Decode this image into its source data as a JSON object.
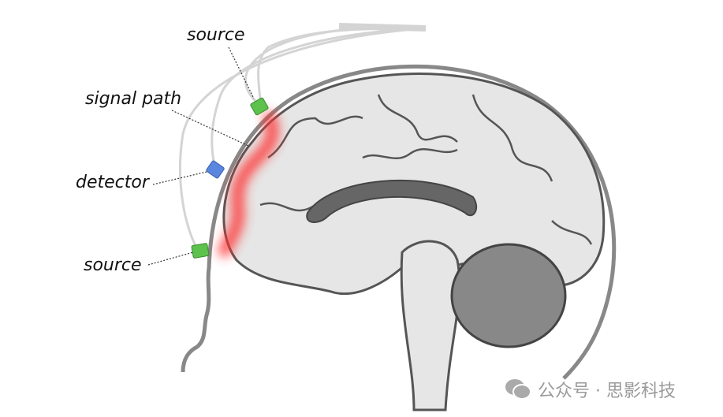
{
  "labels": {
    "source_top": "source",
    "signal_path": "signal path",
    "detector": "detector",
    "source_bottom": "source"
  },
  "watermark": {
    "icon": "wechat-icon",
    "text": "公众号 · 思影科技"
  },
  "colors": {
    "source": "#5cc24c",
    "detector": "#5b86e0",
    "signal": "#ff3030",
    "brain_fill": "#e6e6e6",
    "outline": "#555555"
  }
}
